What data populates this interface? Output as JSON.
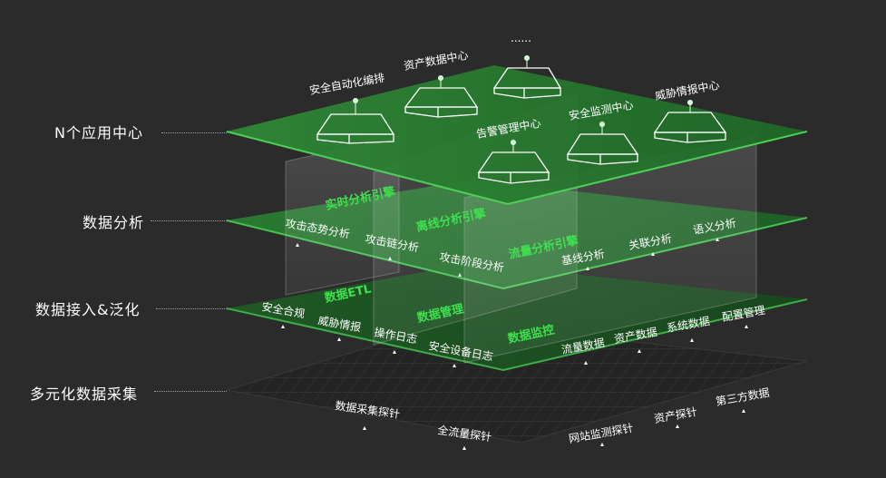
{
  "layers": [
    {
      "label": "N个应用中心"
    },
    {
      "label": "数据分析"
    },
    {
      "label": "数据接入&泛化"
    },
    {
      "label": "多元化数据采集"
    }
  ],
  "app_centers": [
    {
      "label": "安全自动化编排"
    },
    {
      "label": "资产数据中心"
    },
    {
      "label": "......"
    },
    {
      "label": "告警管理中心"
    },
    {
      "label": "安全监测中心"
    },
    {
      "label": "威胁情报中心"
    }
  ],
  "engines": [
    {
      "label": "实时分析引擎"
    },
    {
      "label": "离线分析引擎"
    },
    {
      "label": "流量分析引擎"
    }
  ],
  "analysis_items": [
    {
      "label": "攻击态势分析"
    },
    {
      "label": "攻击链分析"
    },
    {
      "label": "攻击阶段分析"
    },
    {
      "label": "基线分析"
    },
    {
      "label": "关联分析"
    },
    {
      "label": "语义分析"
    }
  ],
  "access_modules": [
    {
      "label": "数据ETL"
    },
    {
      "label": "数据管理"
    },
    {
      "label": "数据监控"
    }
  ],
  "access_items": [
    {
      "label": "安全合规"
    },
    {
      "label": "威胁情报"
    },
    {
      "label": "操作日志"
    },
    {
      "label": "安全设备日志"
    },
    {
      "label": "流量数据"
    },
    {
      "label": "资产数据"
    },
    {
      "label": "系统数据"
    },
    {
      "label": "配置管理"
    }
  ],
  "collection_items": [
    {
      "label": "数据采集探针"
    },
    {
      "label": "全流量探针"
    },
    {
      "label": "网站监测探针"
    },
    {
      "label": "资产探针"
    },
    {
      "label": "第三方数据"
    }
  ],
  "colors": {
    "background": "#2b2b2b",
    "plane_green": "#2f7d34",
    "accent_green": "#39d64a",
    "text": "#ffffff"
  }
}
